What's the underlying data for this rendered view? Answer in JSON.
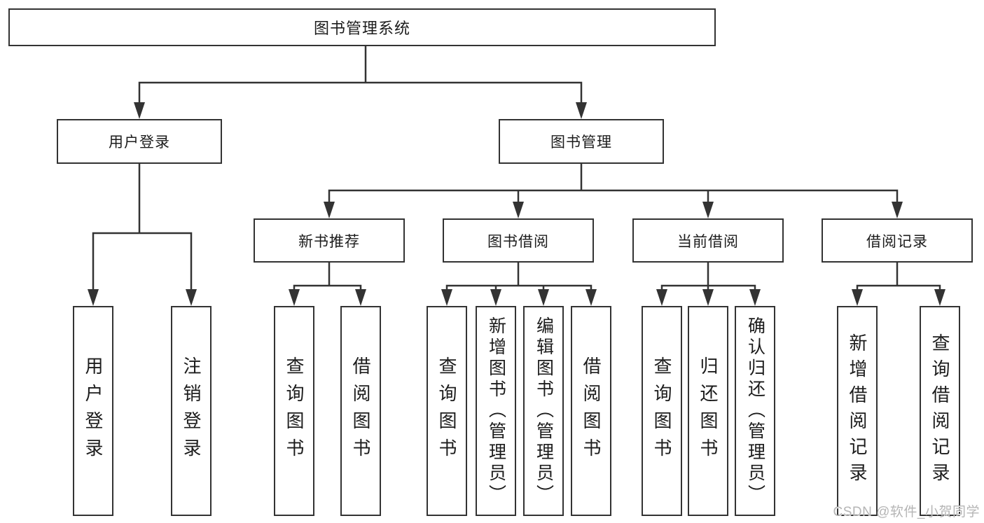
{
  "diagram": {
    "root": "图书管理系统",
    "branches": [
      {
        "label": "用户登录",
        "children": [
          "用户登录",
          "注销登录"
        ]
      },
      {
        "label": "图书管理",
        "children": [
          {
            "label": "新书推荐",
            "children": [
              "查询图书",
              "借阅图书"
            ]
          },
          {
            "label": "图书借阅",
            "children": [
              "查询图书",
              "新增图书（管理员）",
              "编辑图书（管理员）",
              "借阅图书"
            ]
          },
          {
            "label": "当前借阅",
            "children": [
              "查询图书",
              "归还图书",
              "确认归还（管理员）"
            ]
          },
          {
            "label": "借阅记录",
            "children": [
              "新增借阅记录",
              "查询借阅记录"
            ]
          }
        ]
      }
    ],
    "line_color": "#333333",
    "background_color": "#ffffff"
  },
  "watermark": {
    "text": "CSDN @软件_小贺同学"
  }
}
